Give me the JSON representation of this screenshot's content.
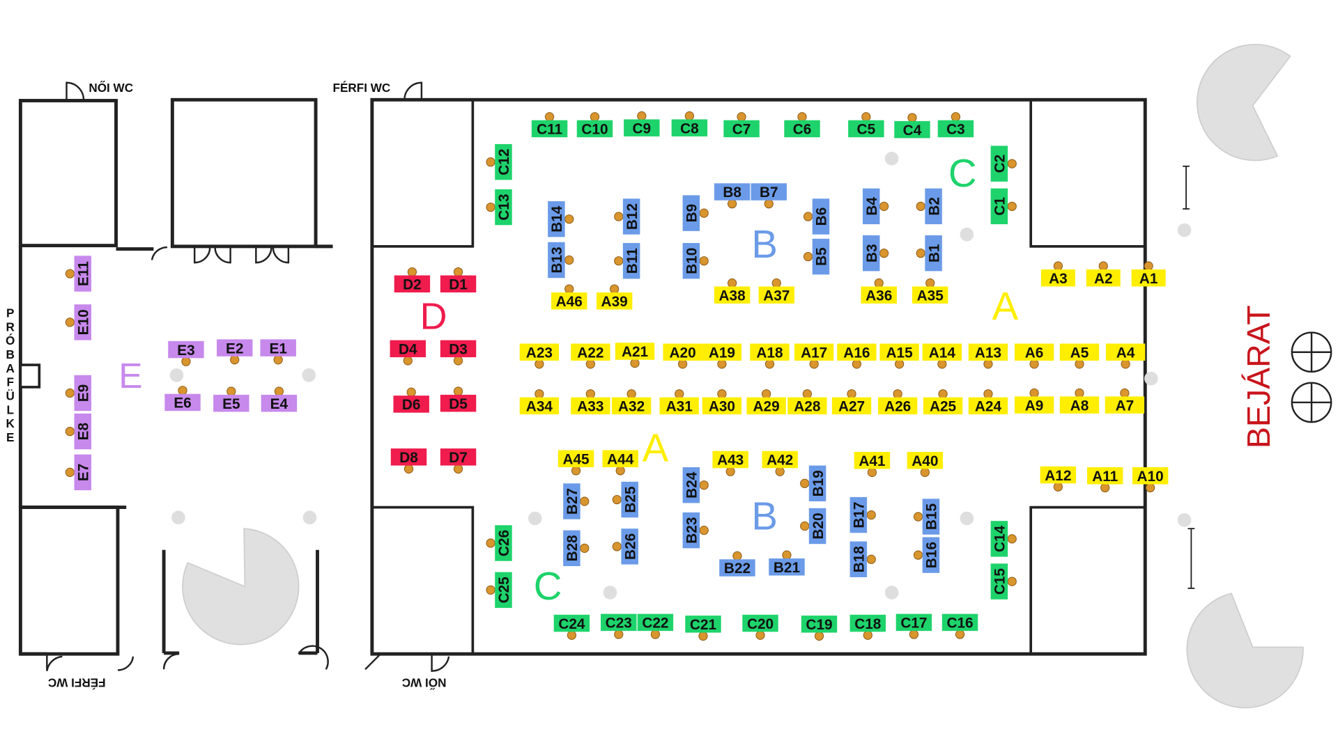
{
  "labels": {
    "noi_wc_top": "NŐI WC",
    "ferfi_wc_top": "FÉRFI WC",
    "ferfi_wc_bottom": "FÉRFI WC",
    "noi_wc_bottom": "NŐI WC",
    "probafulke": "PRÓBAFÜLKE",
    "bejarat": "BEJÁRAT"
  },
  "zones": {
    "A": {
      "letter": "A",
      "color": "#ffee00"
    },
    "B": {
      "letter": "B",
      "color": "#6b9be8"
    },
    "C": {
      "letter": "C",
      "color": "#1ed36b"
    },
    "D": {
      "letter": "D",
      "color": "#ef1c4d"
    },
    "E": {
      "letter": "E",
      "color": "#c789ec"
    }
  },
  "colors": {
    "booth_A": "#ffee00",
    "booth_B": "#6b9be8",
    "booth_C": "#1ed36b",
    "booth_D": "#ef1c4d",
    "booth_E": "#c789ec",
    "chair": "#d9952e",
    "bejarat_text": "#c8141b",
    "wall": "#222222",
    "column": "#dedede"
  },
  "booths": {
    "A": [
      "A1",
      "A2",
      "A3",
      "A4",
      "A5",
      "A6",
      "A7",
      "A8",
      "A9",
      "A10",
      "A11",
      "A12",
      "A13",
      "A14",
      "A15",
      "A16",
      "A17",
      "A18",
      "A19",
      "A20",
      "A21",
      "A22",
      "A23",
      "A24",
      "A25",
      "A26",
      "A27",
      "A28",
      "A29",
      "A30",
      "A31",
      "A32",
      "A33",
      "A34",
      "A35",
      "A36",
      "A37",
      "A38",
      "A39",
      "A40",
      "A41",
      "A42",
      "A43",
      "A44",
      "A45",
      "A46"
    ],
    "B": [
      "B1",
      "B2",
      "B3",
      "B4",
      "B5",
      "B6",
      "B7",
      "B8",
      "B9",
      "B10",
      "B11",
      "B12",
      "B13",
      "B14",
      "B15",
      "B16",
      "B17",
      "B18",
      "B19",
      "B20",
      "B21",
      "B22",
      "B23",
      "B24",
      "B25",
      "B26",
      "B27",
      "B28"
    ],
    "C": [
      "C1",
      "C2",
      "C3",
      "C4",
      "C5",
      "C6",
      "C7",
      "C8",
      "C9",
      "C10",
      "C11",
      "C12",
      "C13",
      "C14",
      "C15",
      "C16",
      "C17",
      "C18",
      "C19",
      "C20",
      "C21",
      "C22",
      "C23",
      "C24",
      "C25",
      "C26"
    ],
    "D": [
      "D1",
      "D2",
      "D3",
      "D4",
      "D5",
      "D6",
      "D7",
      "D8"
    ],
    "E": [
      "E1",
      "E2",
      "E3",
      "E4",
      "E5",
      "E6",
      "E7",
      "E8",
      "E9",
      "E10",
      "E11"
    ]
  }
}
